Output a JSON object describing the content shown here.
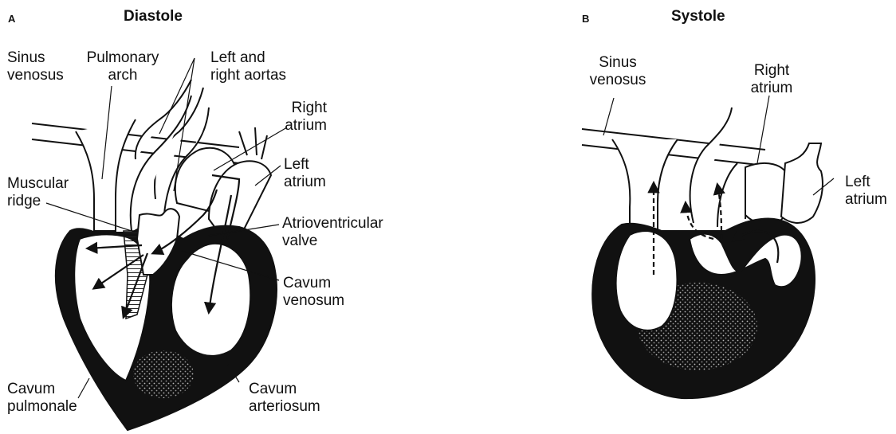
{
  "panel_a": {
    "letter": "A",
    "title": "Diastole",
    "labels": {
      "sinus_venosus": [
        "Sinus",
        "venosus"
      ],
      "pulmonary_arch": [
        "Pulmonary",
        "arch"
      ],
      "aortas": [
        "Left and",
        "right aortas"
      ],
      "right_atrium": [
        "Right",
        "atrium"
      ],
      "left_atrium": [
        "Left",
        "atrium"
      ],
      "muscular_ridge": [
        "Muscular",
        "ridge"
      ],
      "av_valve": [
        "Atrioventricular",
        "valve"
      ],
      "cavum_venosum": [
        "Cavum",
        "venosum"
      ],
      "cavum_pulmonale": [
        "Cavum",
        "pulmonale"
      ],
      "cavum_arteriosum": [
        "Cavum",
        "arteriosum"
      ]
    }
  },
  "panel_b": {
    "letter": "B",
    "title": "Systole",
    "labels": {
      "sinus_venosus": [
        "Sinus",
        "venosus"
      ],
      "right_atrium": [
        "Right",
        "atrium"
      ],
      "left_atrium": [
        "Left",
        "atrium"
      ]
    }
  }
}
